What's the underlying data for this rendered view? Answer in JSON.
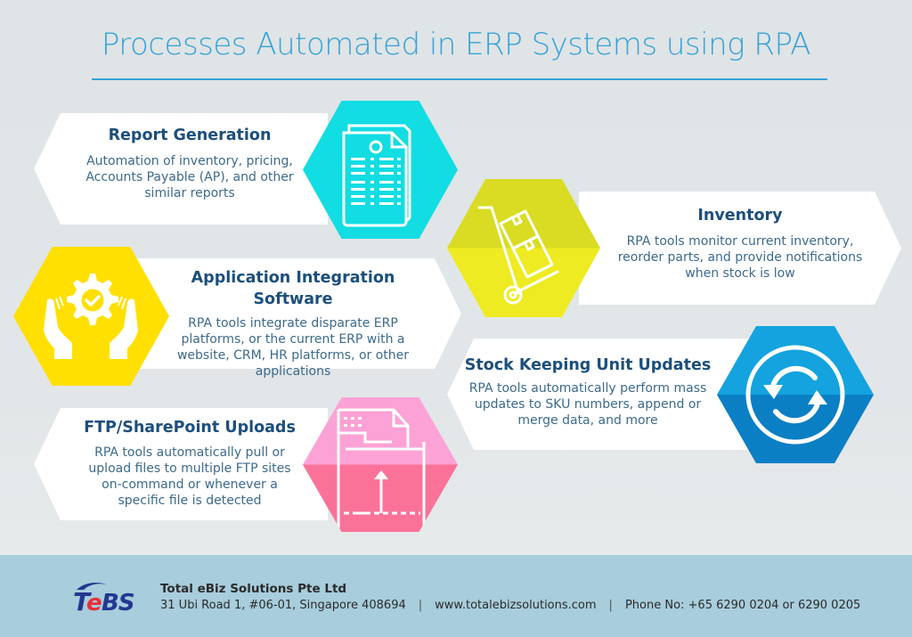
{
  "title": "Processes Automated in ERP Systems using RPA",
  "colors": {
    "background": "#dde3e5",
    "title": "#36a2d6",
    "footer": "#a8cddc",
    "report_hex": "#12dde2",
    "inventory_hex": "#e2e32a",
    "integration_hex": "#ffe000",
    "sku_hex": "#1696d6",
    "ftp_hex": "#fb7aa6"
  },
  "cards": [
    {
      "title": "Report Generation",
      "description": "Automation of inventory, pricing, Accounts Payable (AP), and other similar reports",
      "icon": "report-document-icon"
    },
    {
      "title": "Inventory",
      "description": "RPA tools monitor current inventory, reorder parts, and provide notifications when stock is low",
      "icon": "hand-truck-boxes-icon"
    },
    {
      "title": "Application Integration Software",
      "description": "RPA tools integrate disparate ERP platforms, or the current ERP with a website, CRM, HR platforms, or other applications",
      "icon": "hands-gear-check-icon"
    },
    {
      "title": "Stock Keeping Unit Updates",
      "description": "RPA tools automatically perform mass updates to SKU numbers, append or merge data, and more",
      "icon": "sync-arrows-icon"
    },
    {
      "title": "FTP/SharePoint Uploads",
      "description": "RPA tools automatically pull or upload files to multiple FTP sites on-command or whenever a specific file is detected",
      "icon": "file-upload-icon"
    }
  ],
  "footer": {
    "logo_text": "TeBS",
    "company": "Total eBiz Solutions Pte Ltd",
    "address": "31 Ubi Road 1, #06-01, Singapore 408694",
    "website": "www.totalebizsolutions.com",
    "phone": "Phone No: +65 6290 0204 or 6290 0205",
    "separator": "|"
  }
}
